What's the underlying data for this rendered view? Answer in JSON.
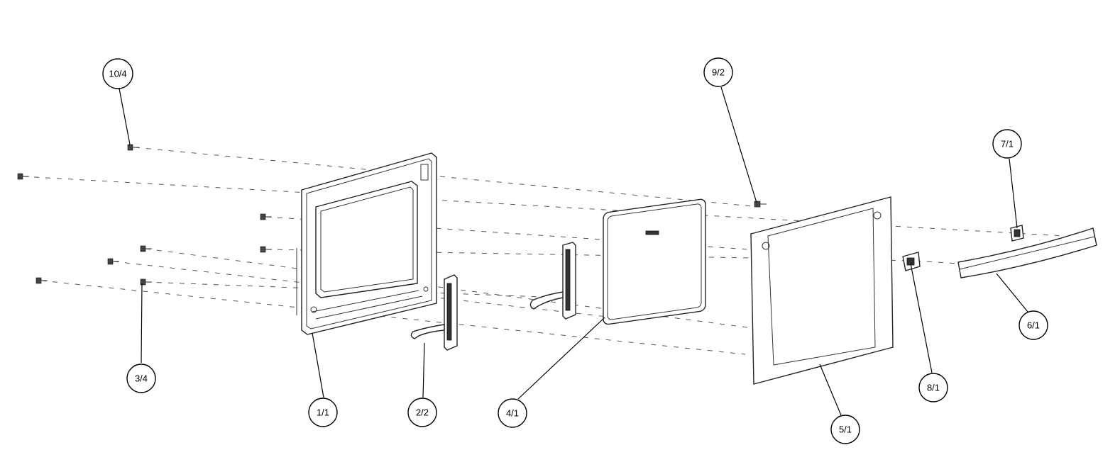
{
  "callouts": [
    {
      "id": "10-4",
      "label": "10/4"
    },
    {
      "id": "3-4",
      "label": "3/4"
    },
    {
      "id": "1-1",
      "label": "1/1"
    },
    {
      "id": "2-2",
      "label": "2/2"
    },
    {
      "id": "4-1",
      "label": "4/1"
    },
    {
      "id": "9-2",
      "label": "9/2"
    },
    {
      "id": "5-1",
      "label": "5/1"
    },
    {
      "id": "8-1",
      "label": "8/1"
    },
    {
      "id": "7-1",
      "label": "7/1"
    },
    {
      "id": "6-1",
      "label": "6/1"
    }
  ]
}
